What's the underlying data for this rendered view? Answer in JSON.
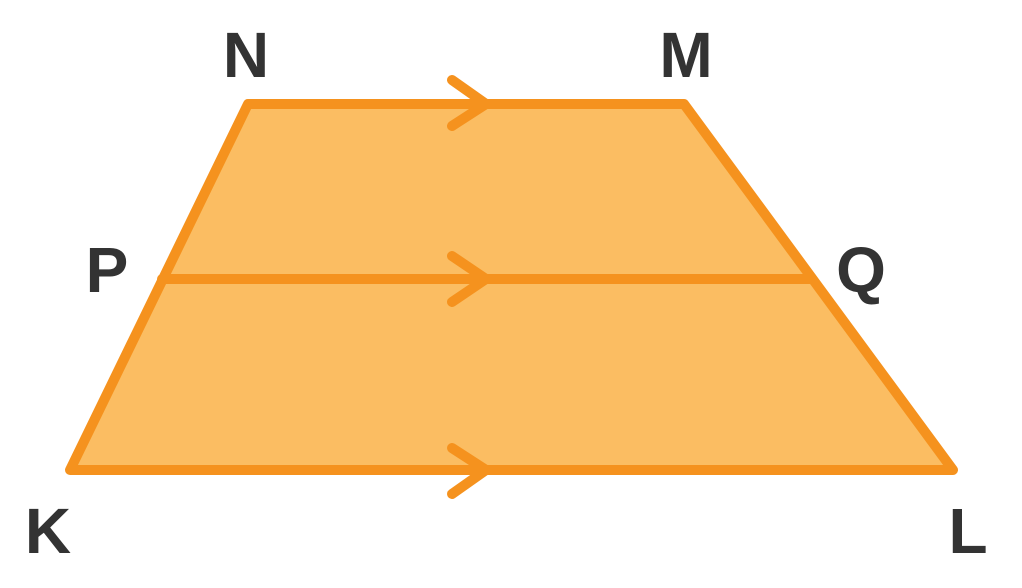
{
  "colors": {
    "fill": "#fbbd62",
    "stroke": "#f5921e",
    "label": "#333333"
  },
  "labels": {
    "N": "N",
    "M": "M",
    "P": "P",
    "Q": "Q",
    "K": "K",
    "L": "L"
  }
}
